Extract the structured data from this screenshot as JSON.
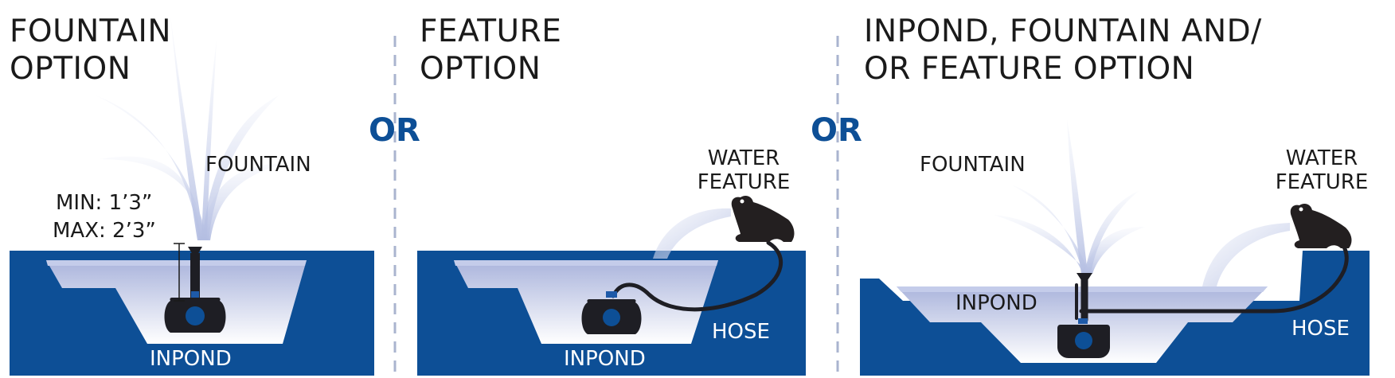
{
  "colors": {
    "pond_blue": "#0d4f96",
    "water_light": "#b9c2e3",
    "spray": "#c5cde8",
    "pump": "#1e1e24",
    "frog": "#231f20",
    "divider": "#aab4cf",
    "text": "#1a1a1a",
    "or_text": "#0d4f96"
  },
  "or_labels": [
    "OR",
    "OR"
  ],
  "panels": [
    {
      "title_lines": [
        "FOUNTAIN",
        "OPTION"
      ],
      "labels": {
        "fountain": "FOUNTAIN",
        "min": "MIN: 1’3”",
        "max": "MAX: 2’3”",
        "inpond": "INPOND"
      }
    },
    {
      "title_lines": [
        "FEATURE",
        "OPTION"
      ],
      "labels": {
        "water_feature_lines": [
          "WATER",
          "FEATURE"
        ],
        "hose": "HOSE",
        "inpond": "INPOND"
      }
    },
    {
      "title_lines": [
        "INPOND, FOUNTAIN AND/",
        "OR FEATURE OPTION"
      ],
      "labels": {
        "fountain": "FOUNTAIN",
        "water_feature_lines": [
          "WATER",
          "FEATURE"
        ],
        "inpond": "INPOND",
        "hose": "HOSE"
      }
    }
  ],
  "icons": [
    "fountain-spray-icon",
    "pump-icon",
    "frog-icon",
    "hose-icon"
  ]
}
